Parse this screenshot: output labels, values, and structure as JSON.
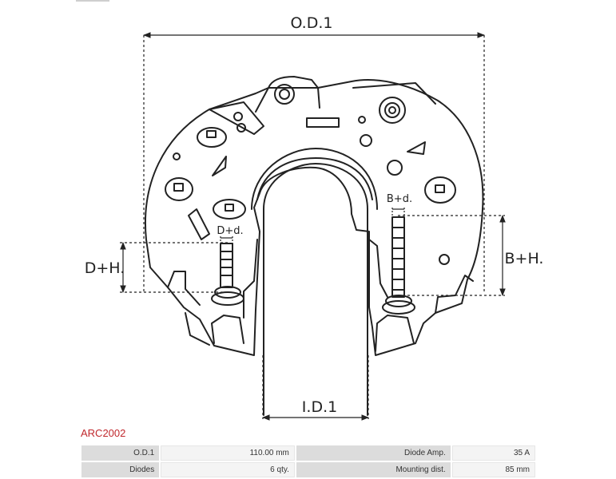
{
  "diagram": {
    "labels": {
      "od": "O.D.1",
      "id": "I.D.1",
      "dh": "D+H.",
      "bh": "B+H.",
      "dd": "D+d.",
      "bd": "B+d."
    }
  },
  "part": {
    "code": "ARC2002"
  },
  "specs": {
    "rows": [
      {
        "label1": "O.D.1",
        "value1": "110.00 mm",
        "label2": "Diode Amp.",
        "value2": "35 A"
      },
      {
        "label1": "Diodes",
        "value1": "6 qty.",
        "label2": "Mounting dist.",
        "value2": "85 mm"
      }
    ]
  }
}
